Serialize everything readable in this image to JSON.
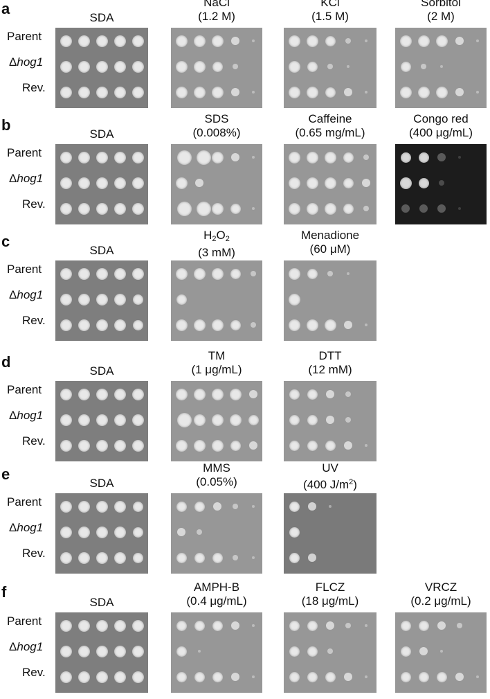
{
  "strains": [
    "Parent",
    "Δ",
    "Rev."
  ],
  "strain_italic": "hog1",
  "panels": [
    {
      "letter": "a",
      "plates": [
        {
          "title": [
            "SDA"
          ],
          "growth": [
            [
              5,
              5,
              5,
              5,
              5
            ],
            [
              5,
              5,
              5,
              5,
              5
            ],
            [
              5,
              5,
              5,
              5,
              5
            ]
          ]
        },
        {
          "title": [
            "NaCl",
            "(1.2 M)"
          ],
          "growth": [
            [
              5,
              5,
              5,
              3,
              1
            ],
            [
              5,
              5,
              4,
              2,
              0
            ],
            [
              5,
              5,
              5,
              3,
              1
            ]
          ]
        },
        {
          "title": [
            "KCl",
            "(1.5 M)"
          ],
          "growth": [
            [
              5,
              5,
              4,
              2,
              1
            ],
            [
              5,
              4,
              2,
              1,
              0
            ],
            [
              5,
              5,
              4,
              3,
              1
            ]
          ]
        },
        {
          "title": [
            "Sorbitol",
            "(2 M)"
          ],
          "growth": [
            [
              5,
              5,
              5,
              3,
              1
            ],
            [
              4,
              2,
              1,
              0,
              0
            ],
            [
              5,
              5,
              5,
              3,
              1
            ]
          ]
        }
      ]
    },
    {
      "letter": "b",
      "plates": [
        {
          "title": [
            "SDA"
          ],
          "growth": [
            [
              5,
              5,
              5,
              5,
              5
            ],
            [
              5,
              5,
              5,
              5,
              5
            ],
            [
              5,
              5,
              5,
              5,
              5
            ]
          ]
        },
        {
          "title": [
            "SDS",
            "(0.008%)"
          ],
          "growth": [
            [
              6,
              6,
              5,
              3,
              1
            ],
            [
              5,
              3,
              0,
              0,
              0
            ],
            [
              6,
              6,
              5,
              4,
              1
            ]
          ]
        },
        {
          "title": [
            "Caffeine",
            "(0.65 mg/mL)"
          ],
          "growth": [
            [
              5,
              5,
              5,
              4,
              2
            ],
            [
              5,
              5,
              5,
              4,
              3
            ],
            [
              5,
              5,
              5,
              4,
              2
            ]
          ]
        },
        {
          "title": [
            "Congo red",
            "(400 μg/mL)"
          ],
          "growth": [
            [
              4,
              4,
              3,
              1,
              0
            ],
            [
              5,
              4,
              2,
              0,
              0
            ],
            [
              3,
              3,
              3,
              1,
              0
            ]
          ],
          "dark": true
        }
      ]
    },
    {
      "letter": "c",
      "plates": [
        {
          "title": [
            "SDA"
          ],
          "growth": [
            [
              5,
              5,
              5,
              5,
              5
            ],
            [
              5,
              5,
              5,
              5,
              4
            ],
            [
              5,
              5,
              5,
              5,
              4
            ]
          ]
        },
        {
          "title": [
            "H",
            "2",
            "O",
            "2",
            "(3 mM)"
          ],
          "sub": true,
          "growth": [
            [
              5,
              5,
              5,
              4,
              2
            ],
            [
              4,
              0,
              0,
              0,
              0
            ],
            [
              5,
              5,
              5,
              4,
              2
            ]
          ]
        },
        {
          "title": [
            "Menadione",
            "(60 μM)"
          ],
          "growth": [
            [
              5,
              4,
              2,
              1,
              0
            ],
            [
              5,
              0,
              0,
              0,
              0
            ],
            [
              5,
              5,
              5,
              3,
              1
            ]
          ]
        }
      ]
    },
    {
      "letter": "d",
      "plates": [
        {
          "title": [
            "SDA"
          ],
          "growth": [
            [
              5,
              5,
              5,
              5,
              5
            ],
            [
              5,
              5,
              5,
              5,
              5
            ],
            [
              5,
              5,
              5,
              5,
              5
            ]
          ]
        },
        {
          "title": [
            "TM",
            "(1 μg/mL)"
          ],
          "growth": [
            [
              5,
              5,
              5,
              5,
              3
            ],
            [
              6,
              5,
              5,
              5,
              4
            ],
            [
              5,
              5,
              5,
              4,
              3
            ]
          ]
        },
        {
          "title": [
            "DTT",
            "(12 mM)"
          ],
          "growth": [
            [
              4,
              4,
              3,
              2,
              0
            ],
            [
              4,
              4,
              3,
              2,
              0
            ],
            [
              4,
              4,
              4,
              3,
              1
            ]
          ]
        }
      ]
    },
    {
      "letter": "e",
      "plates": [
        {
          "title": [
            "SDA"
          ],
          "growth": [
            [
              5,
              5,
              5,
              5,
              4
            ],
            [
              5,
              5,
              5,
              5,
              4
            ],
            [
              5,
              5,
              5,
              5,
              4
            ]
          ]
        },
        {
          "title": [
            "MMS",
            "(0.05%)"
          ],
          "growth": [
            [
              4,
              4,
              3,
              2,
              1
            ],
            [
              3,
              2,
              0,
              0,
              0
            ],
            [
              4,
              4,
              4,
              2,
              1
            ]
          ]
        },
        {
          "title": [
            "UV",
            "(400 J/m",
            "2",
            ")"
          ],
          "sup": true,
          "growth": [
            [
              4,
              3,
              1,
              0,
              0
            ],
            [
              4,
              0,
              0,
              0,
              0
            ],
            [
              4,
              3,
              0,
              0,
              0
            ]
          ],
          "dark_gray": true
        }
      ]
    },
    {
      "letter": "f",
      "plates": [
        {
          "title": [
            "SDA"
          ],
          "growth": [
            [
              5,
              5,
              5,
              5,
              5
            ],
            [
              5,
              5,
              5,
              5,
              5
            ],
            [
              5,
              5,
              5,
              5,
              5
            ]
          ]
        },
        {
          "title": [
            "AMPH-B",
            "(0.4 μg/mL)"
          ],
          "growth": [
            [
              4,
              4,
              4,
              3,
              1
            ],
            [
              4,
              1,
              0,
              0,
              0
            ],
            [
              4,
              4,
              4,
              3,
              1
            ]
          ]
        },
        {
          "title": [
            "FLCZ",
            "(18 μg/mL)"
          ],
          "growth": [
            [
              4,
              4,
              3,
              2,
              1
            ],
            [
              4,
              4,
              2,
              0,
              0
            ],
            [
              4,
              4,
              4,
              3,
              1
            ]
          ]
        },
        {
          "title": [
            "VRCZ",
            "(0.2 μg/mL)"
          ],
          "growth": [
            [
              4,
              4,
              3,
              2,
              0
            ],
            [
              4,
              3,
              1,
              0,
              0
            ],
            [
              4,
              4,
              4,
              3,
              1
            ]
          ]
        }
      ]
    }
  ],
  "colors": {
    "plate": "#8d8d8d",
    "plate_dark": "#1c1c1c",
    "colony": "#e6e6e6"
  }
}
